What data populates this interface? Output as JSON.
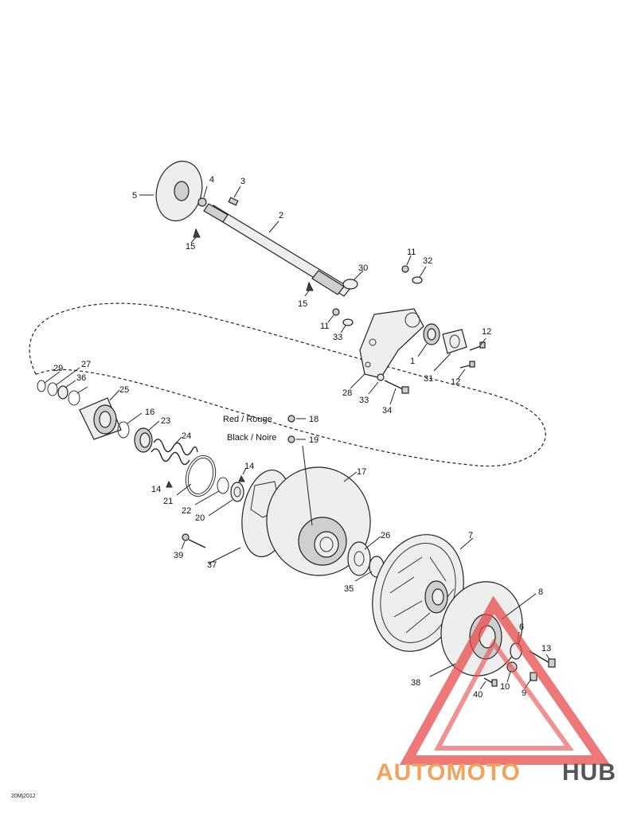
{
  "callouts": [
    {
      "id": "1"
    },
    {
      "id": "2"
    },
    {
      "id": "3"
    },
    {
      "id": "4"
    },
    {
      "id": "5"
    },
    {
      "id": "6"
    },
    {
      "id": "7"
    },
    {
      "id": "8"
    },
    {
      "id": "9"
    },
    {
      "id": "10"
    },
    {
      "id": "11"
    },
    {
      "id": "11"
    },
    {
      "id": "12"
    },
    {
      "id": "12"
    },
    {
      "id": "13"
    },
    {
      "id": "14"
    },
    {
      "id": "14"
    },
    {
      "id": "15"
    },
    {
      "id": "15"
    },
    {
      "id": "16"
    },
    {
      "id": "17"
    },
    {
      "id": "18"
    },
    {
      "id": "19"
    },
    {
      "id": "20"
    },
    {
      "id": "21"
    },
    {
      "id": "22"
    },
    {
      "id": "23"
    },
    {
      "id": "24"
    },
    {
      "id": "25"
    },
    {
      "id": "26"
    },
    {
      "id": "27"
    },
    {
      "id": "28"
    },
    {
      "id": "29"
    },
    {
      "id": "30"
    },
    {
      "id": "31"
    },
    {
      "id": "32"
    },
    {
      "id": "33"
    },
    {
      "id": "33"
    },
    {
      "id": "34"
    },
    {
      "id": "35"
    },
    {
      "id": "36"
    },
    {
      "id": "37"
    },
    {
      "id": "38"
    },
    {
      "id": "39"
    },
    {
      "id": "40"
    },
    {
      "id": "40"
    }
  ],
  "notes": {
    "red": "Red / Rouge",
    "black": "Black / Noire"
  },
  "footer": {
    "ref": "20Mj2012"
  },
  "watermark": {
    "part1": "AUTOMOTO",
    "part2": "HUB",
    "colors": {
      "orange": "#f0a35a",
      "red": "#e8494a",
      "grey": "#555555"
    }
  }
}
